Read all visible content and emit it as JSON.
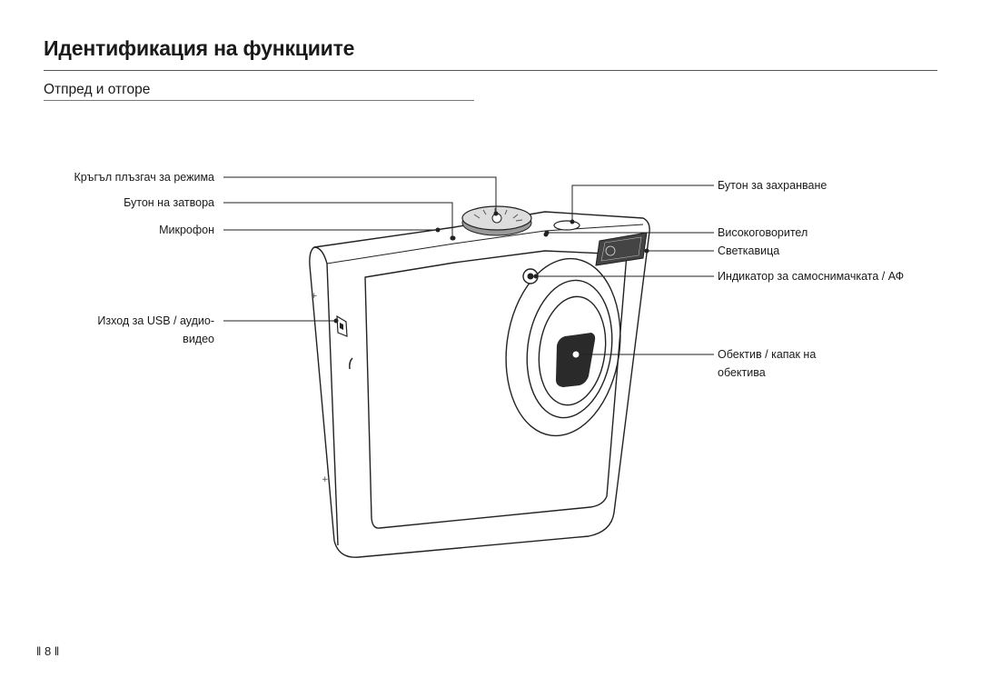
{
  "header": {
    "title": "Идентификация на функциите",
    "section": "Отпред и отгоре"
  },
  "callouts": {
    "mode_dial": "Кръгъл плъзгач за режима",
    "shutter_button": "Бутон на затвора",
    "microphone": "Микрофон",
    "usb_av_line1": "Изход за USB / аудио-",
    "usb_av_line2": "видео",
    "power_button": "Бутон за захранване",
    "speaker": "Високоговорител",
    "flash": "Светкавица",
    "af_lamp": "Индикатор за самоснимачката / АФ",
    "lens_line1": "Обектив / капак на",
    "lens_line2": "обектива"
  },
  "footer": {
    "page_number": "‖ 8 ‖"
  }
}
